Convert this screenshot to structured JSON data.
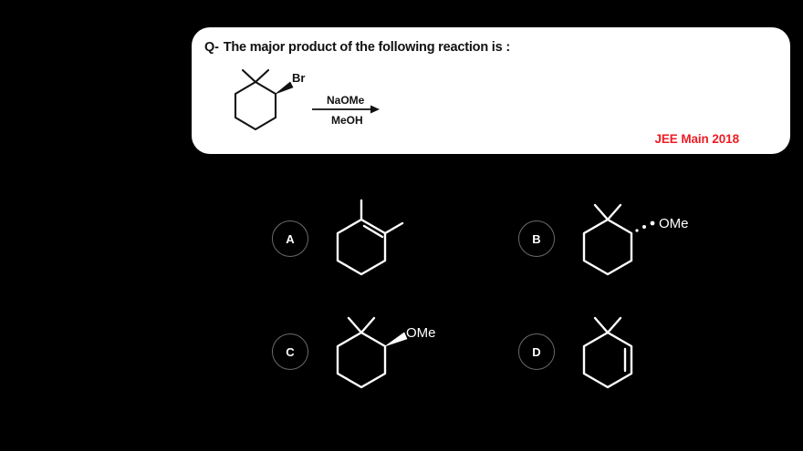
{
  "background_color": "#000000",
  "card": {
    "background_color": "#ffffff",
    "question_prefix": "Q-",
    "question_text": "The major product of the following reaction is :",
    "source_tag": "JEE Main 2018",
    "source_tag_color": "#ee1c25",
    "reaction": {
      "substrate_label": "Br",
      "reagent_above": "NaOMe",
      "reagent_below": "MeOH",
      "substrate_description": "1,1-dimethyl-2-bromocyclohexane with bold wedge C-Br bond",
      "arrow": "reaction-arrow-right"
    }
  },
  "options": [
    {
      "letter": "A",
      "substituent_label": "",
      "description": "1,2-dimethylcyclohexene, tetrasubstituted alkene (Zaitsev elimination product)"
    },
    {
      "letter": "B",
      "substituent_label": "OMe",
      "description": "1,1-dimethyl-2-methoxycyclohexane with dashed (hashed) OMe bond, inverted configuration"
    },
    {
      "letter": "C",
      "substituent_label": "OMe",
      "description": "1,1-dimethyl-2-methoxycyclohexane with bold wedge OMe bond, retained configuration"
    },
    {
      "letter": "D",
      "substituent_label": "",
      "description": "6,6-dimethylcyclohexene, disubstituted alkene (Hofmann elimination product)"
    }
  ]
}
